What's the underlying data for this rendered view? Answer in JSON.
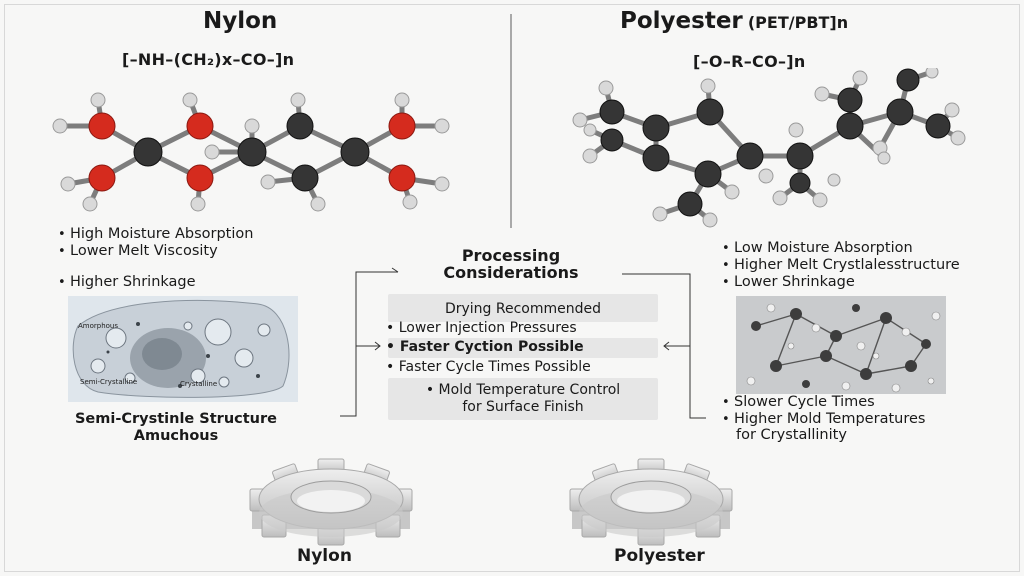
{
  "nylon": {
    "title": "Nylon",
    "formula": "[–NH–(CH₂)x–CO–]n",
    "properties": [
      "High Moisture Absorption",
      "Lower Melt Viscosity"
    ],
    "shrinkage": "Higher Shrinkage",
    "micro_labels": [
      "Amorphous",
      "Semi-Crystalline",
      "Crystalline"
    ],
    "structure_caption": [
      "Semi-Crystinle Structure",
      "Amuchous"
    ],
    "gear_label": "Nylon"
  },
  "polyester": {
    "title": "Polyester",
    "title_suffix": "(PET/PBT]n",
    "formula": "[–O–R–CO–]n",
    "properties": [
      "Low Moisture Absorption",
      "Higher Melt Crystlalesstructure",
      "Lower Shrinkage"
    ],
    "bottom_properties": [
      "Slower Cycle Times",
      "Higher Mold Temperatures"
    ],
    "bottom_continuation": "for Crystallinity",
    "gear_label": "Polyester"
  },
  "processing": {
    "title_line1": "Processing",
    "title_line2": "Considerations",
    "drying": "Drying Recommended",
    "item1": "Lower Injection Pressures",
    "item2": "Faster Cyction Possible",
    "item3": "Faster Cycle Times Possible",
    "item4_line1": "Mold Temperature Control",
    "item4_line2": "for Surface Finish"
  },
  "colors": {
    "oxygen": "#d52b1e",
    "carbon": "#353535",
    "hydrogen": "#d9d9d9",
    "gear": "#e2e2e2",
    "pill": "#e6e6e6"
  }
}
